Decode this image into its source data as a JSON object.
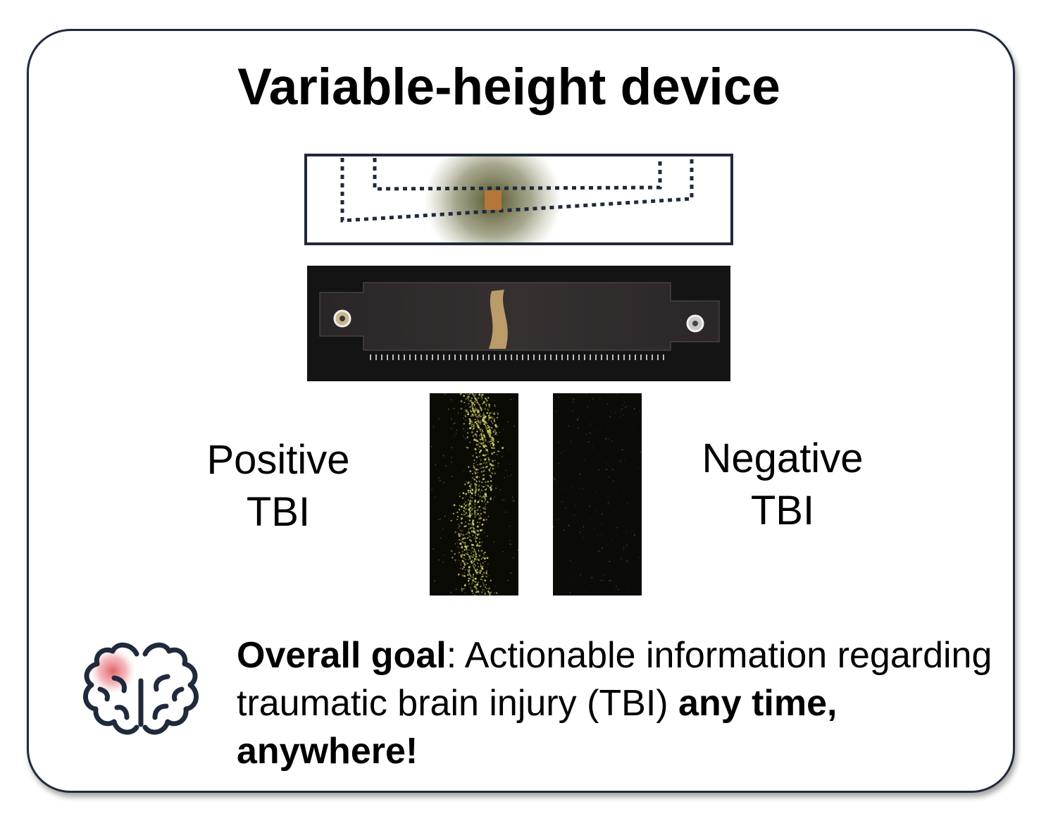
{
  "title": "Variable-height device",
  "labels": {
    "positive_line1": "Positive",
    "positive_line2": "TBI",
    "negative_line1": "Negative",
    "negative_line2": "TBI"
  },
  "goal": {
    "lead_bold": "Overall goal",
    "text": ": Actionable information regarding traumatic brain injury (TBI) ",
    "tail_bold": "any time, anywhere!"
  },
  "icons": {
    "brain": "brain-icon"
  },
  "colors": {
    "border": "#1f2a3c",
    "sample_pad": "#b5763a",
    "fluorescence": "#d8d46a"
  }
}
